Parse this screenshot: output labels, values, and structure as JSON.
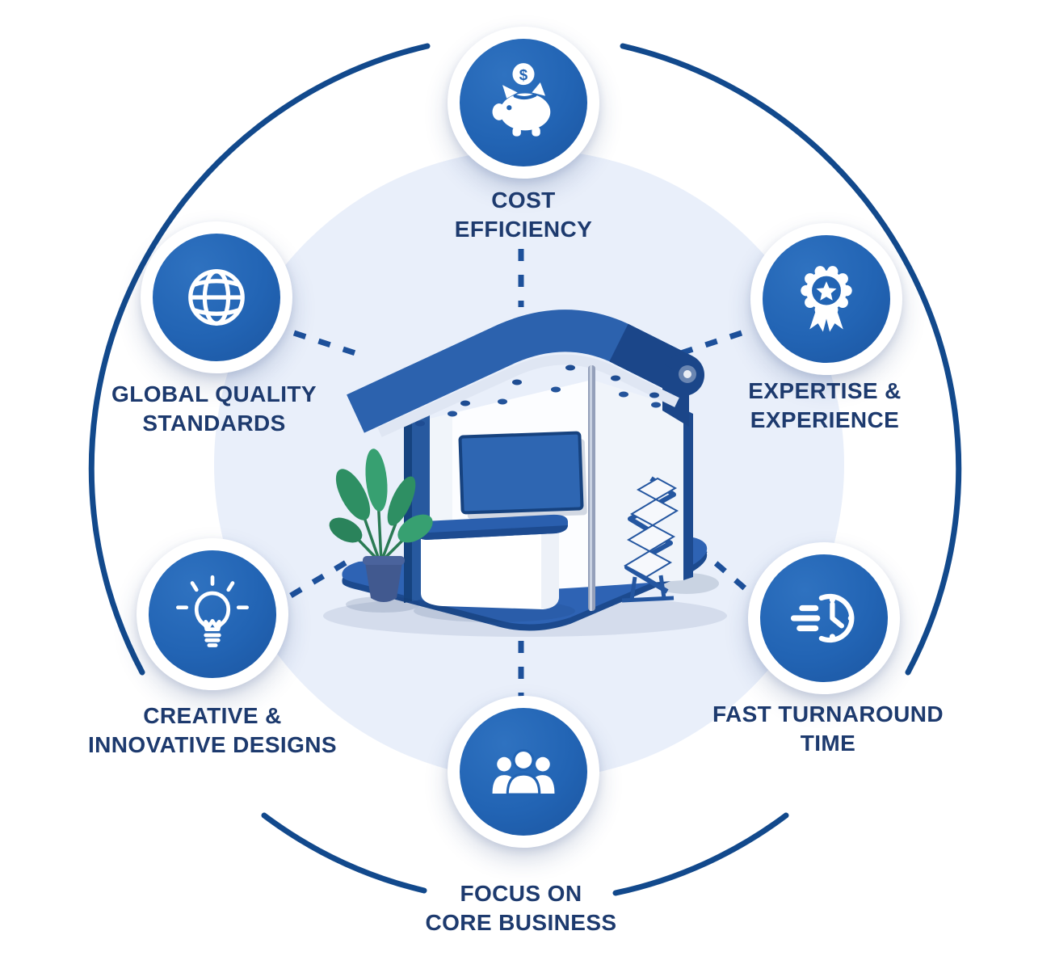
{
  "diagram": {
    "title_hint": "exhibition-booth-benefits-infographic",
    "center_illustration": "trade-show-exhibition-booth",
    "colors": {
      "icon_blue": "#2264b4",
      "icon_blue_dark": "#1b55a0",
      "ring_navy": "#12498c",
      "dash_blue": "#1d509a",
      "label_navy": "#1d3a6e",
      "background_circle": "#e9effa",
      "booth_blue": "#2c62ae",
      "booth_dark_blue": "#1b4689",
      "floor_blue": "#2e63b4",
      "plant_green": "#2f9065",
      "white": "#ffffff"
    },
    "icon_glyphs": {
      "dollar": "$"
    },
    "nodes": [
      {
        "id": "cost-efficiency",
        "icon": "piggy-bank",
        "position": "top",
        "lines": [
          "COST",
          "EFFICIENCY"
        ]
      },
      {
        "id": "expertise-experience",
        "icon": "award-ribbon",
        "position": "top-right",
        "lines": [
          "EXPERTISE &",
          "EXPERIENCE"
        ]
      },
      {
        "id": "fast-turnaround-time",
        "icon": "fast-clock",
        "position": "bottom-right",
        "lines": [
          "FAST TURNAROUND",
          "TIME"
        ]
      },
      {
        "id": "focus-core-business",
        "icon": "people-group",
        "position": "bottom",
        "lines": [
          "FOCUS ON",
          "CORE BUSINESS"
        ]
      },
      {
        "id": "creative-innovative",
        "icon": "lightbulb",
        "position": "bottom-left",
        "lines": [
          "CREATIVE &",
          "INNOVATIVE DESIGNS"
        ]
      },
      {
        "id": "global-quality",
        "icon": "globe",
        "position": "top-left",
        "lines": [
          "GLOBAL QUALITY",
          "STANDARDS"
        ]
      }
    ]
  }
}
